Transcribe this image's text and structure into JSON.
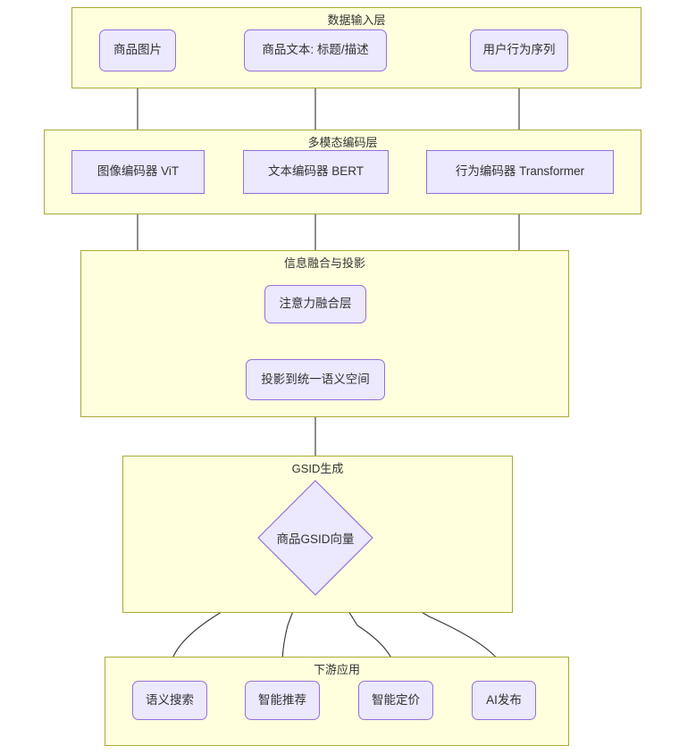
{
  "diagram": {
    "type": "flowchart",
    "direction": "top-to-bottom",
    "colors": {
      "cluster_fill": "#ffffde",
      "cluster_stroke": "#aaaa33",
      "node_fill": "#ece8fd",
      "node_stroke": "#9370db",
      "edge_stroke": "#333333",
      "text": "#333333",
      "background": "#ffffff"
    },
    "clusters": [
      {
        "id": "input",
        "label": "数据输入层"
      },
      {
        "id": "encoder",
        "label": "多模态编码层"
      },
      {
        "id": "fusion",
        "label": "信息融合与投影"
      },
      {
        "id": "gsid",
        "label": "GSID生成"
      },
      {
        "id": "downstream",
        "label": "下游应用"
      }
    ],
    "nodes": [
      {
        "id": "img_in",
        "label": "商品图片",
        "cluster": "input",
        "shape": "rounded-rect"
      },
      {
        "id": "text_in",
        "label": "商品文本: 标题/描述",
        "cluster": "input",
        "shape": "rounded-rect"
      },
      {
        "id": "behav_in",
        "label": "用户行为序列",
        "cluster": "input",
        "shape": "rounded-rect"
      },
      {
        "id": "vit",
        "label": "图像编码器 ViT",
        "cluster": "encoder",
        "shape": "rect"
      },
      {
        "id": "bert",
        "label": "文本编码器 BERT",
        "cluster": "encoder",
        "shape": "rect"
      },
      {
        "id": "tfm",
        "label": "行为编码器 Transformer",
        "cluster": "encoder",
        "shape": "rect"
      },
      {
        "id": "attn",
        "label": "注意力融合层",
        "cluster": "fusion",
        "shape": "rounded-rect"
      },
      {
        "id": "proj",
        "label": "投影到统一语义空间",
        "cluster": "fusion",
        "shape": "rounded-rect"
      },
      {
        "id": "gsid_vec",
        "label": "商品GSID向量",
        "cluster": "gsid",
        "shape": "diamond"
      },
      {
        "id": "search",
        "label": "语义搜索",
        "cluster": "downstream",
        "shape": "rounded-rect"
      },
      {
        "id": "recsys",
        "label": "智能推荐",
        "cluster": "downstream",
        "shape": "rounded-rect"
      },
      {
        "id": "pricing",
        "label": "智能定价",
        "cluster": "downstream",
        "shape": "rounded-rect"
      },
      {
        "id": "publish",
        "label": "AI发布",
        "cluster": "downstream",
        "shape": "rounded-rect"
      }
    ],
    "edges": [
      {
        "from": "img_in",
        "to": "vit",
        "arrow": true
      },
      {
        "from": "text_in",
        "to": "bert",
        "arrow": true
      },
      {
        "from": "behav_in",
        "to": "tfm",
        "arrow": true
      },
      {
        "from": "vit",
        "to": "attn",
        "arrow": true
      },
      {
        "from": "bert",
        "to": "attn",
        "arrow": true
      },
      {
        "from": "tfm",
        "to": "attn",
        "arrow": true
      },
      {
        "from": "attn",
        "to": "proj",
        "arrow": true
      },
      {
        "from": "proj",
        "to": "gsid_vec",
        "arrow": true
      },
      {
        "from": "gsid_vec",
        "to": "search",
        "arrow": true
      },
      {
        "from": "gsid_vec",
        "to": "recsys",
        "arrow": true
      },
      {
        "from": "gsid_vec",
        "to": "pricing",
        "arrow": true
      },
      {
        "from": "gsid_vec",
        "to": "publish",
        "arrow": true
      }
    ]
  }
}
